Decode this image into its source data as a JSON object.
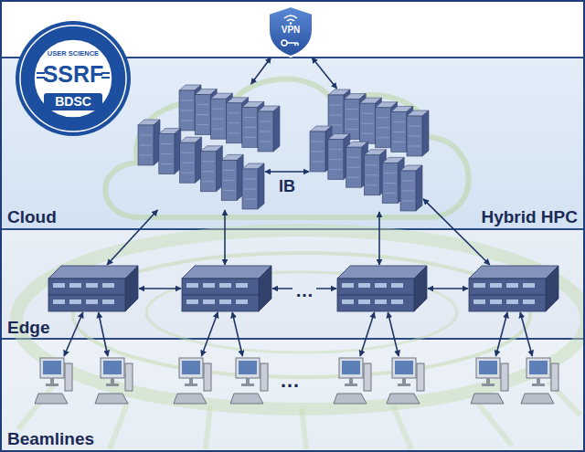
{
  "diagram": {
    "nodes": [
      {
        "text": [
          "USER SCIENCE",
          "SSRF",
          "BDSC"
        ]
      },
      {
        "text": [
          "VPN"
        ]
      },
      {
        "text": [
          "Cloud",
          "Hybrid HPC"
        ]
      },
      {
        "text": [],
        "in": 2
      },
      {
        "text": [],
        "in": 2
      },
      {
        "text": [],
        "in": 2
      },
      {
        "text": [],
        "in": 2
      },
      {
        "text": [
          "Edge"
        ]
      },
      {
        "text": [],
        "in": 7
      },
      {
        "text": [],
        "in": 7
      },
      {
        "text": [],
        "in": 7
      },
      {
        "text": [],
        "in": 7
      },
      {
        "text": [
          "Beamlines"
        ]
      },
      {
        "text": [],
        "in": 12
      },
      {
        "text": [],
        "in": 12
      },
      {
        "text": [],
        "in": 12
      },
      {
        "text": [],
        "in": 12
      },
      {
        "text": [],
        "in": 12
      },
      {
        "text": [],
        "in": 12
      },
      {
        "text": [],
        "in": 12
      },
      {
        "text": [],
        "in": 12
      }
    ],
    "edges": [
      {
        "from": 1,
        "to": 3,
        "arrow": "both"
      },
      {
        "from": 1,
        "to": 5,
        "arrow": "both"
      },
      {
        "from": 4,
        "to": 6,
        "label": "IB",
        "arrow": "both"
      },
      {
        "from": 4,
        "to": 8,
        "arrow": "both"
      },
      {
        "from": 4,
        "to": 9,
        "arrow": "both"
      },
      {
        "from": 6,
        "to": 10,
        "arrow": "both"
      },
      {
        "from": 6,
        "to": 11,
        "arrow": "both"
      },
      {
        "from": 8,
        "to": 9,
        "arrow": "both"
      },
      {
        "from": 9,
        "to": 10,
        "label": "…",
        "arrow": "both"
      },
      {
        "from": 10,
        "to": 11,
        "arrow": "both"
      },
      {
        "from": 8,
        "to": 13,
        "arrow": "both"
      },
      {
        "from": 8,
        "to": 14,
        "arrow": "both"
      },
      {
        "from": 9,
        "to": 15,
        "arrow": "both"
      },
      {
        "from": 9,
        "to": 16,
        "arrow": "both"
      },
      {
        "from": 10,
        "to": 17,
        "arrow": "both"
      },
      {
        "from": 10,
        "to": 18,
        "arrow": "both"
      },
      {
        "from": 11,
        "to": 19,
        "arrow": "both"
      },
      {
        "from": 11,
        "to": 20,
        "arrow": "both"
      }
    ],
    "labels": [
      "…"
    ]
  }
}
